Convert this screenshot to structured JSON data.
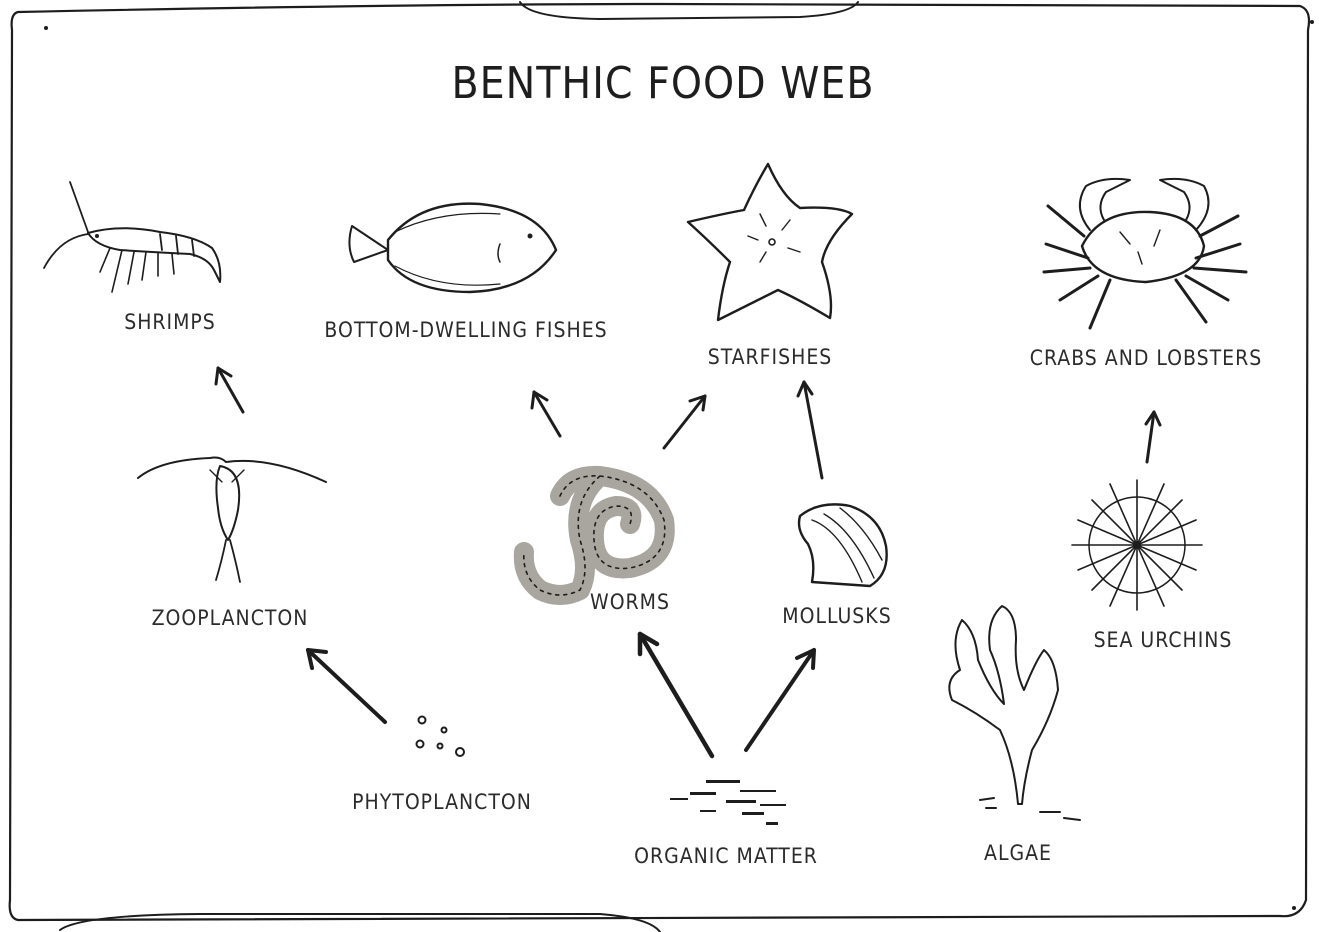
{
  "title": "BENTHIC FOOD WEB",
  "nodes": {
    "shrimps": "SHRIMPS",
    "bottom_fishes": "BOTTOM-DWELLING FISHES",
    "starfishes": "STARFISHES",
    "crabs_lobsters": "CRABS AND LOBSTERS",
    "zooplancton": "ZOOPLANCTON",
    "worms": "WORMS",
    "mollusks": "MOLLUSKS",
    "sea_urchins": "SEA URCHINS",
    "phytoplancton": "PHYTOPLANCTON",
    "organic_matter": "ORGANIC MATTER",
    "algae": "ALGAE"
  },
  "links": [
    {
      "from": "ZOOPLANCTON",
      "to": "SHRIMPS"
    },
    {
      "from": "WORMS",
      "to": "BOTTOM-DWELLING FISHES"
    },
    {
      "from": "WORMS",
      "to": "STARFISHES"
    },
    {
      "from": "MOLLUSKS",
      "to": "STARFISHES"
    },
    {
      "from": "SEA URCHINS",
      "to": "CRABS AND LOBSTERS"
    },
    {
      "from": "PHYTOPLANCTON",
      "to": "ZOOPLANCTON"
    },
    {
      "from": "ORGANIC MATTER",
      "to": "WORMS"
    },
    {
      "from": "ORGANIC MATTER",
      "to": "MOLLUSKS"
    }
  ],
  "colors": {
    "paper": "#ebebea",
    "ink": "#1d1d1d",
    "creature_mauve": "#a7898c",
    "creature_grey": "#bdb7ad",
    "urchin_blue": "#9aa4ad",
    "algae_blue": "#a9c2cc",
    "mollusk_brown": "#a58c79"
  }
}
